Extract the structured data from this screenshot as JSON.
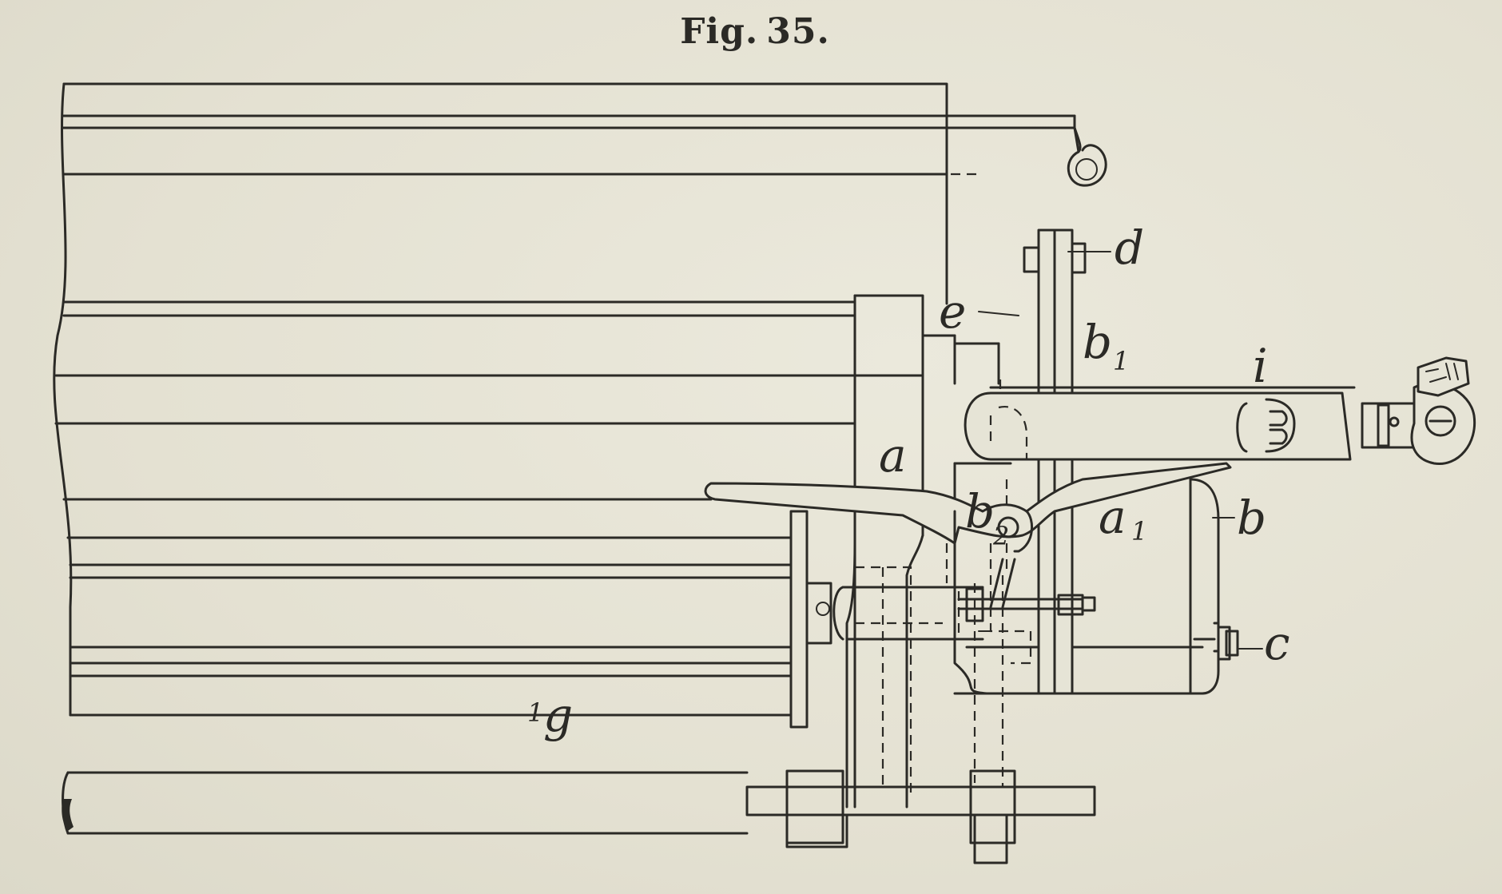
{
  "figure": {
    "caption_prefix": "Fig.",
    "caption_number": "35."
  },
  "labels": {
    "d": "d",
    "e": "e",
    "b1": "b",
    "b1_sub": "1",
    "i": "i",
    "a": "a",
    "b2": "b",
    "b2_sub": "2",
    "a1": "a",
    "a1_sub": "1",
    "b": "b",
    "c": "c",
    "g1": "g",
    "g1_sub": "1"
  }
}
